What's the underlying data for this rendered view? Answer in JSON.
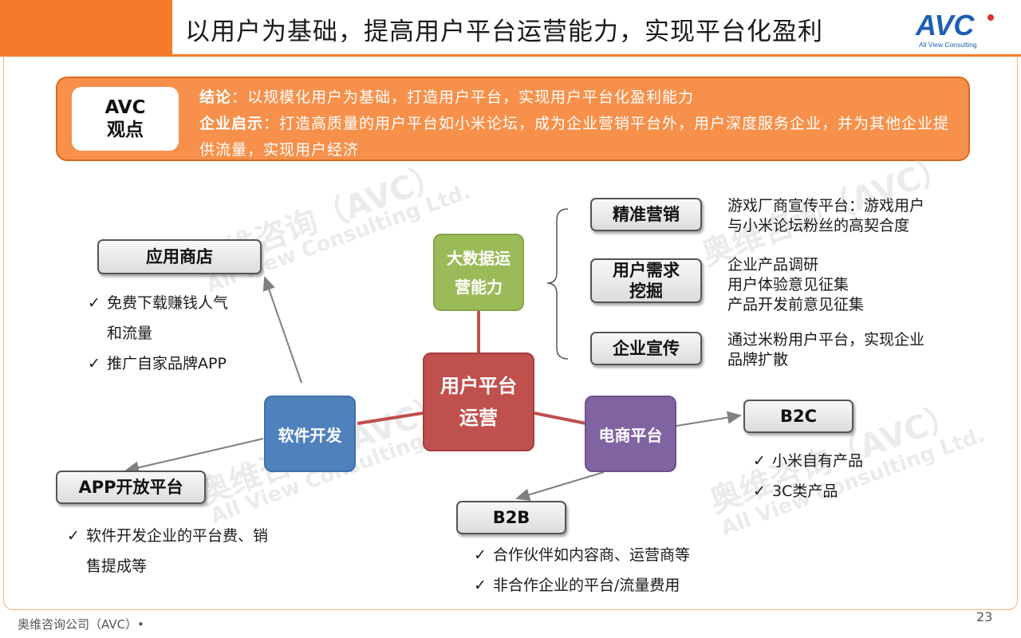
{
  "header": {
    "title": "以用户为基础，提高用户平台运营能力，实现平台化盈利",
    "logo_text": "AVC",
    "logo_subtitle": "All View Consulting"
  },
  "banner": {
    "avc_line1": "AVC",
    "avc_line2": "观点",
    "conclusion_label": "结论",
    "conclusion_text": "：以规模化用户为基础，打造用户平台，实现用户平台化盈利能力",
    "insight_label": "企业启示",
    "insight_text": "：打造高质量的用户平台如小米论坛，成为企业营销平台外，用户深度服务企业，并为其他企业提供流量，实现用户经济"
  },
  "watermark": {
    "cn": "奥维咨询（AVC）",
    "en": "All View Consulting Ltd."
  },
  "diagram": {
    "center": {
      "line1": "用户平台",
      "line2": "运营"
    },
    "bigdata": {
      "line1": "大数据运",
      "line2": "营能力"
    },
    "software": {
      "label": "软件开发"
    },
    "ecommerce": {
      "label": "电商平台"
    },
    "app_store": {
      "title": "应用商店",
      "items": [
        "免费下载赚钱人气",
        "和流量",
        "推广自家品牌APP"
      ]
    },
    "app_open": {
      "title": "APP开放平台",
      "items": [
        "软件开发企业的平台费、销",
        "售提成等"
      ]
    },
    "b2c": {
      "title": "B2C",
      "items": [
        "小米自有产品",
        "3C类产品"
      ]
    },
    "b2b": {
      "title": "B2B",
      "items": [
        "合作伙伴如内容商、运营商等",
        "非合作企业的平台/流量费用"
      ]
    },
    "marketing": [
      {
        "title": "精准营销",
        "desc1": "游戏厂商宣传平台：游戏用户",
        "desc2": "与小米论坛粉丝的高契合度",
        "desc3": ""
      },
      {
        "title1": "用户需求",
        "title2": "挖掘",
        "desc1": "企业产品调研",
        "desc2": "用户体验意见征集",
        "desc3": "产品开发前意见征集"
      },
      {
        "title": "企业宣传",
        "desc1": "通过米粉用户平台，实现企业",
        "desc2": "品牌扩散"
      }
    ],
    "check_mark": "✓"
  },
  "footer": {
    "company": "奥维咨询公司（AVC）•",
    "page": "23"
  },
  "colors": {
    "accent": "#f37b2b",
    "center": "#c0504d",
    "bigdata": "#9bbb59",
    "software": "#4f81bd",
    "ecommerce": "#8064a2"
  }
}
